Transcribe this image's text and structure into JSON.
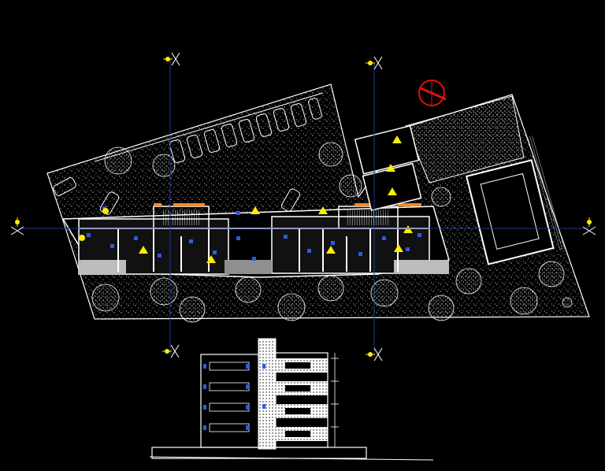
{
  "drawing": {
    "background": "#000000",
    "line_color": "#ffffff",
    "grid_color": "#1c3a8a",
    "marker_color": "#ffee00",
    "dimension_color": "#2d5bd8",
    "north_arrow_color": "#e01010",
    "beam_color": "#ff8a1a"
  },
  "grid_markers": [
    {
      "id": "top-left"
    },
    {
      "id": "top-right"
    },
    {
      "id": "left"
    },
    {
      "id": "right"
    },
    {
      "id": "bottom-left"
    },
    {
      "id": "bottom-right"
    }
  ],
  "icons": {
    "north_arrow": "north-arrow-icon",
    "grid_axis_marker": "axis-marker-icon",
    "warning_sign": "warning-triangle-icon",
    "car": "car-icon",
    "tree": "tree-icon"
  }
}
